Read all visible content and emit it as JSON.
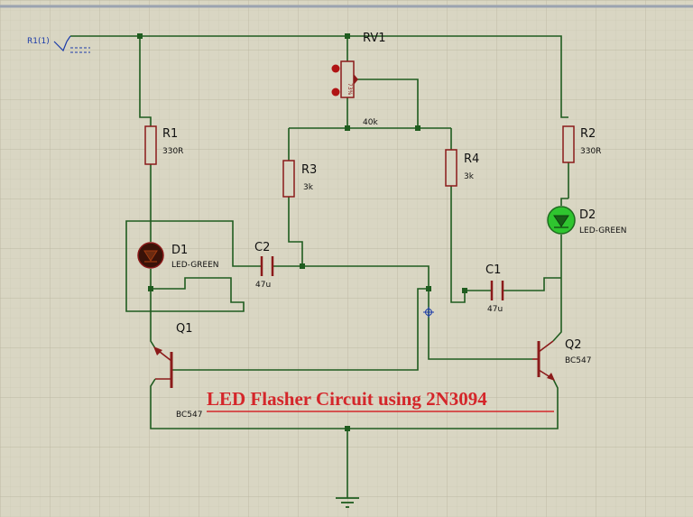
{
  "title": "LED Flasher Circuit using 2N3094",
  "terminal_label": "R1(1)",
  "rv1": {
    "ref": "RV1",
    "value": "40k",
    "percent": "73%"
  },
  "r1": {
    "ref": "R1",
    "value": "330R"
  },
  "r2": {
    "ref": "R2",
    "value": "330R"
  },
  "r3": {
    "ref": "R3",
    "value": "3k"
  },
  "r4": {
    "ref": "R4",
    "value": "3k"
  },
  "d1": {
    "ref": "D1",
    "value": "LED-GREEN"
  },
  "d2": {
    "ref": "D2",
    "value": "LED-GREEN"
  },
  "c1": {
    "ref": "C1",
    "value": "47u"
  },
  "c2": {
    "ref": "C2",
    "value": "47u"
  },
  "q1": {
    "ref": "Q1",
    "value": "BC547"
  },
  "q2": {
    "ref": "Q2",
    "value": "BC547"
  },
  "colors": {
    "background": "#d9d6c3",
    "grid": "#c5c2ae",
    "wire": "#1f5c1f",
    "component": "#8b1a1a",
    "title": "#d4262a",
    "led_on": "#2fc52f",
    "led_off": "#3a1208"
  }
}
